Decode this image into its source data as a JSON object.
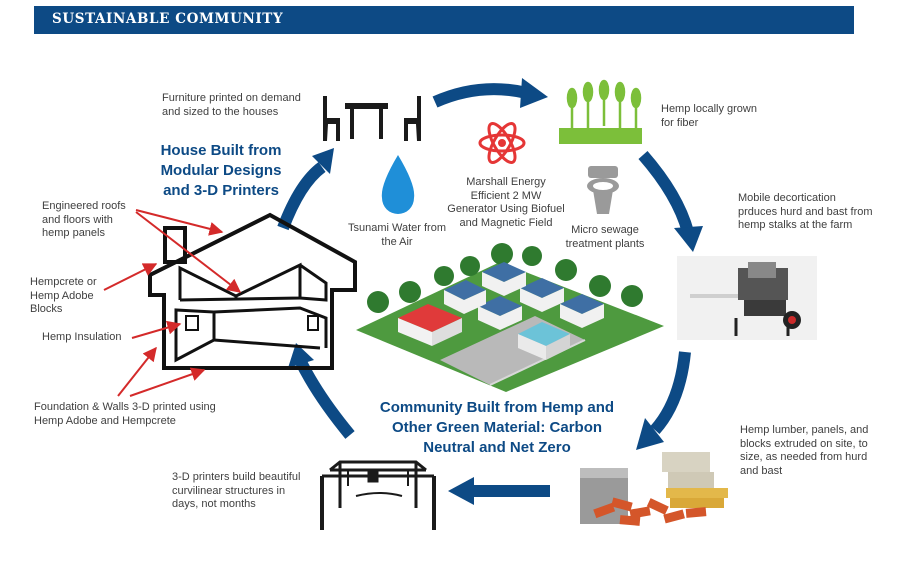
{
  "banner": {
    "title": "SUSTAINABLE COMMUNITY"
  },
  "house": {
    "title": "House Built from Modular Designs and 3-D Printers",
    "labels": {
      "roofs": "Engineered roofs and floors with hemp panels",
      "hempcrete": "Hempcrete or Hemp Adobe Blocks",
      "insulation": "Hemp Insulation",
      "foundation": "Foundation & Walls 3-D printed using Hemp Adobe and Hempcrete"
    }
  },
  "cycle": {
    "furniture": "Furniture printed on demand and sized to the houses",
    "hemp_grown": "Hemp locally grown for fiber",
    "decortication": "Mobile decortication prduces hurd and bast from hemp stalks at the farm",
    "lumber": "Hemp lumber, panels, and blocks extruded on site, to size, as needed from hurd and bast",
    "printers": "3-D printers build beautiful curvilinear structures in days, not months"
  },
  "center": {
    "tsunami": "Tsunami Water from the Air",
    "generator": "Marshall Energy Efficient 2 MW Generator Using Biofuel and Magnetic Field",
    "sewage": "Micro sewage treatment plants",
    "community_title": "Community Built from Hemp and Other Green Material: Carbon Neutral and Net Zero"
  },
  "colors": {
    "banner": "#0d4a85",
    "arrow": "#0d4a85",
    "pointer": "#d42a2a",
    "grass": "#4e9a3f",
    "energy": "#e53636",
    "water": "#1f8fd8",
    "wheat": "#7cbf3a"
  },
  "icons": [
    "furniture-icon",
    "wheat-icon",
    "atom-icon",
    "water-drop-icon",
    "toilet-icon",
    "decorticator-icon",
    "building-materials-icon",
    "printer-3d-icon",
    "house-outline-icon",
    "community-icon"
  ]
}
